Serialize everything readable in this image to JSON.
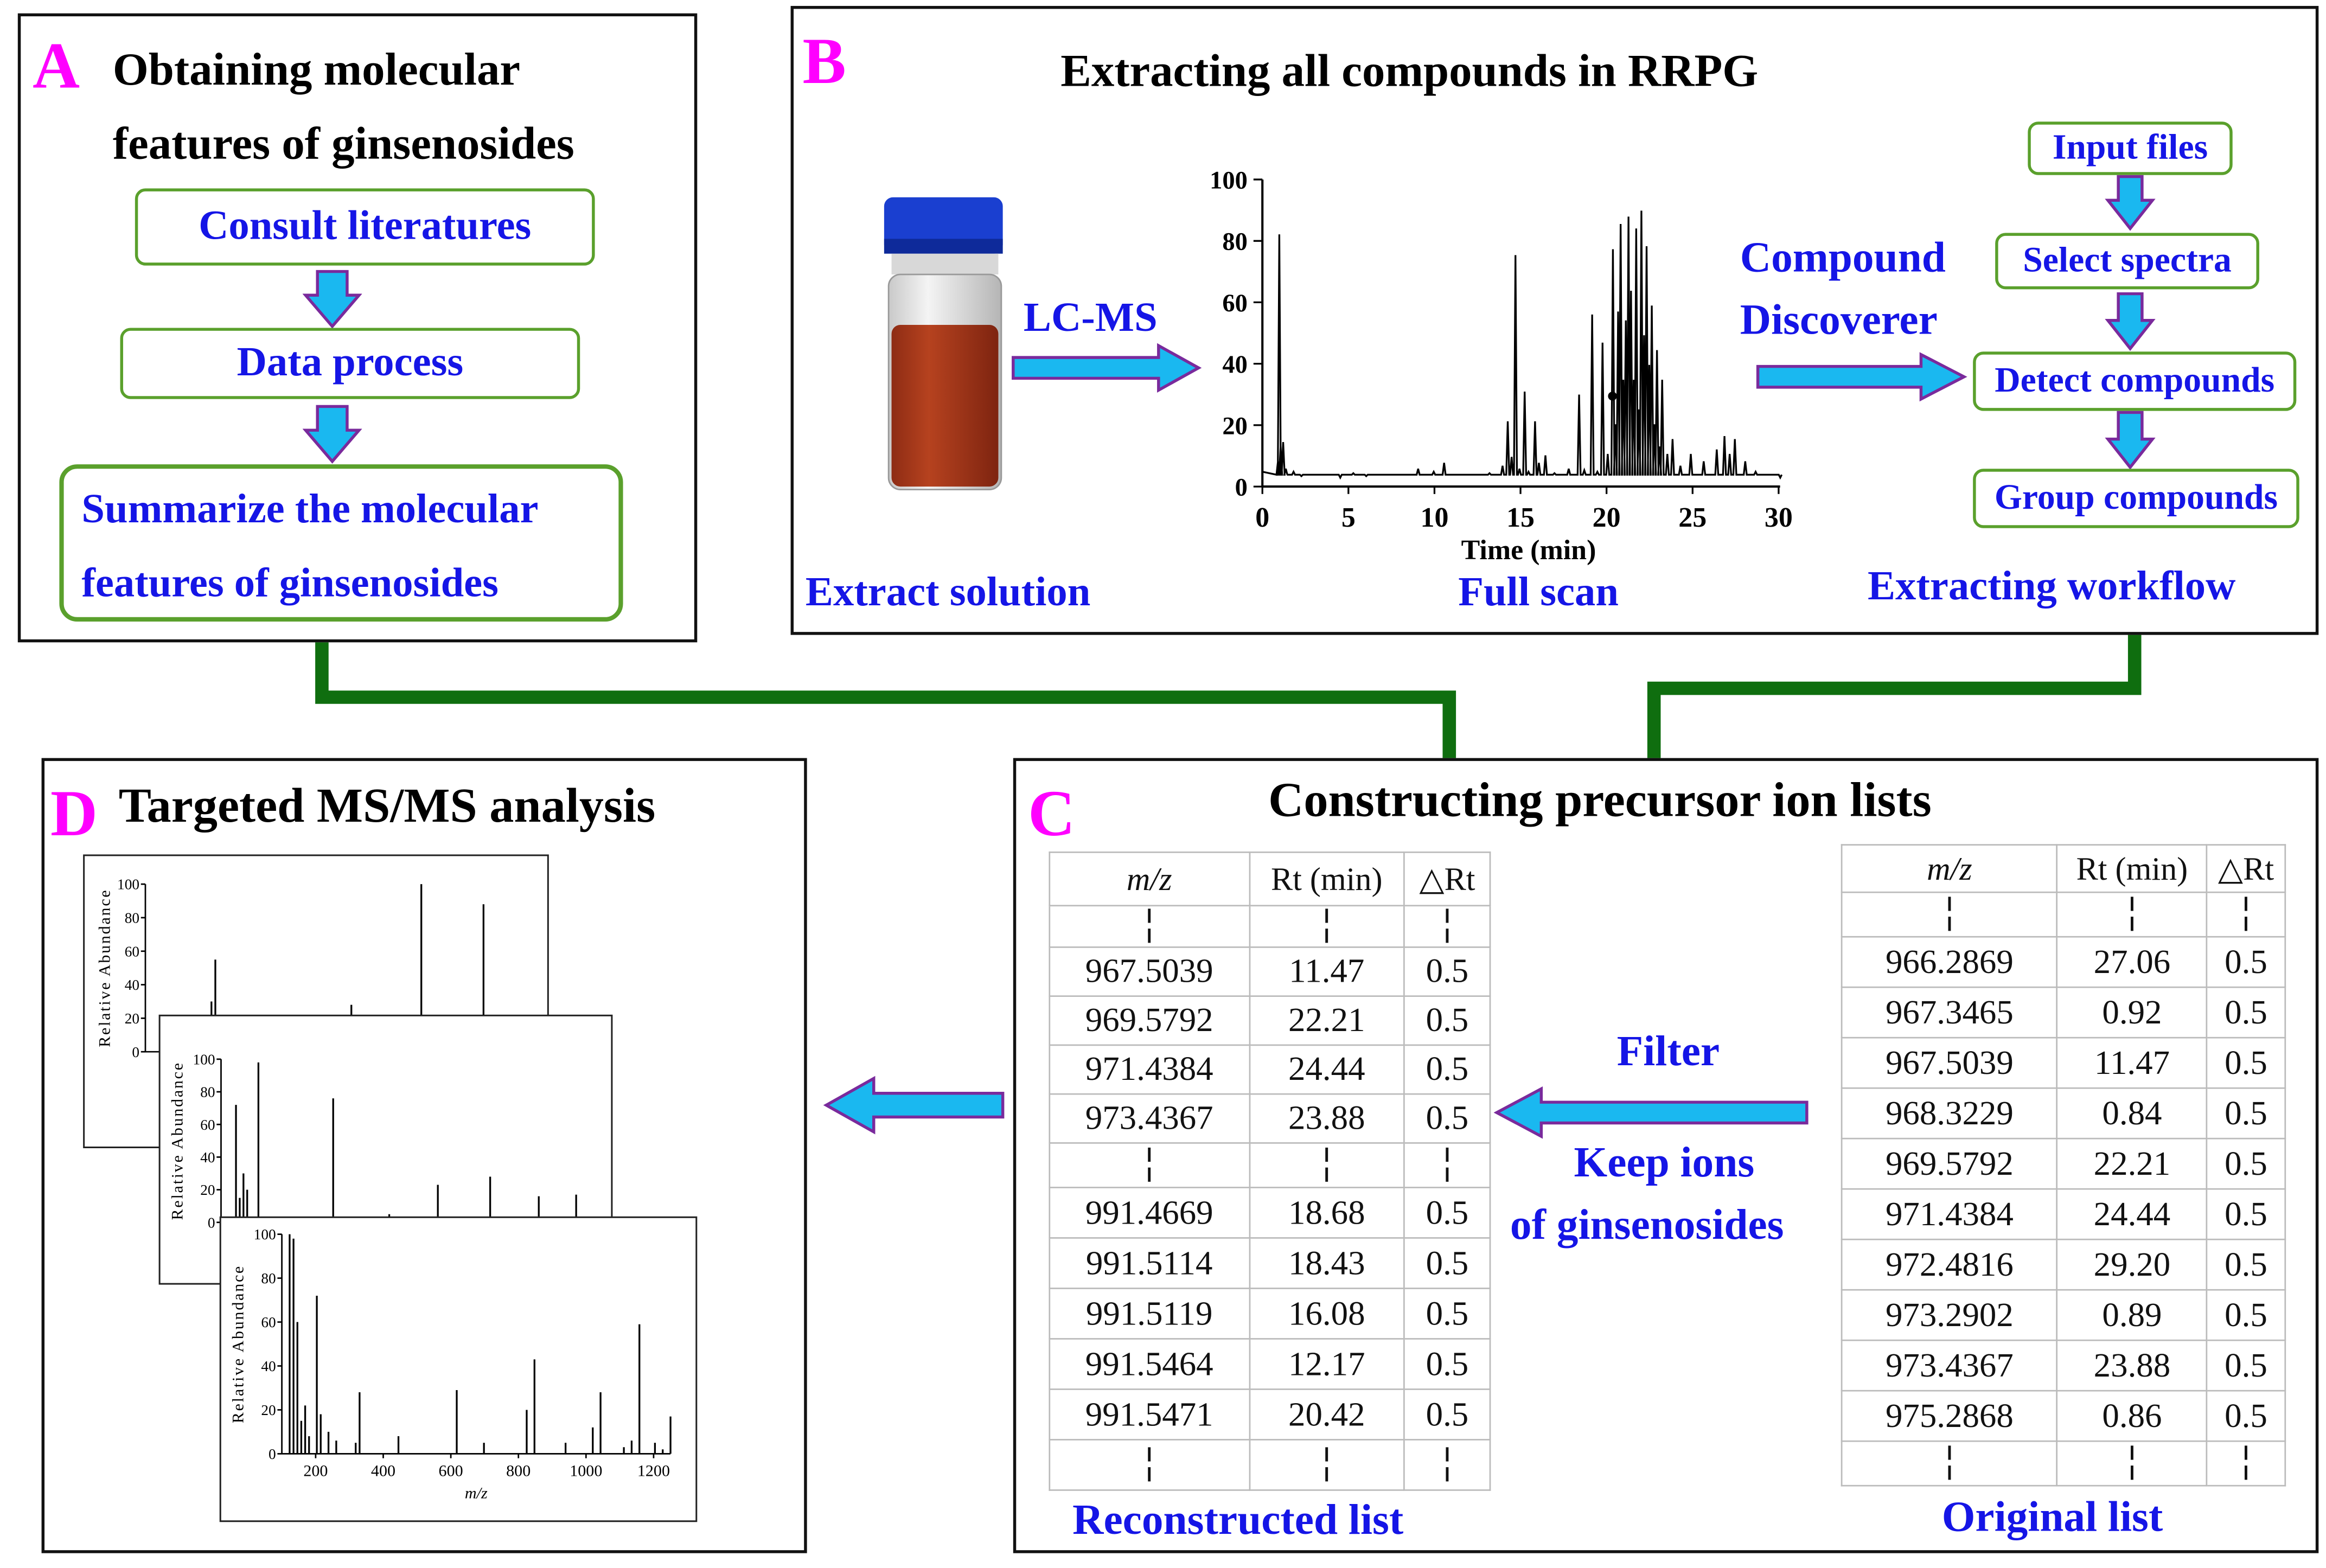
{
  "panel_a": {
    "letter": "A",
    "title_line1": "Obtaining molecular",
    "title_line2": "features of ginsenosides",
    "steps": [
      "Consult literatures",
      "Data process"
    ],
    "summary_line1": "Summarize the molecular",
    "summary_line2": "features of ginsenosides"
  },
  "panel_b": {
    "letter": "B",
    "title": "Extracting all compounds in RRPG",
    "lcms_label": "LC-MS",
    "extract_label": "Extract solution",
    "fullscan_label": "Full scan",
    "cd_line1": "Compound",
    "cd_line2": "Discoverer",
    "workflow_steps": [
      "Input files",
      "Select spectra",
      "Detect compounds",
      "Group compounds"
    ],
    "workflow_label": "Extracting workflow",
    "chromatogram": {
      "xlabel": "Time (min)",
      "x_ticks": [
        "0",
        "5",
        "10",
        "15",
        "20",
        "25",
        "30"
      ],
      "y_ticks": [
        "0",
        "20",
        "40",
        "60",
        "80",
        "100"
      ]
    }
  },
  "panel_c": {
    "letter": "C",
    "title": "Constructing precursor ion lists",
    "headers": [
      "m/z",
      "Rt (min)",
      "△Rt"
    ],
    "reconstructed_rows": [
      [
        "967.5039",
        "11.47",
        "0.5"
      ],
      [
        "969.5792",
        "22.21",
        "0.5"
      ],
      [
        "971.4384",
        "24.44",
        "0.5"
      ],
      [
        "973.4367",
        "23.88",
        "0.5"
      ],
      [
        "991.4669",
        "18.68",
        "0.5"
      ],
      [
        "991.5114",
        "18.43",
        "0.5"
      ],
      [
        "991.5119",
        "16.08",
        "0.5"
      ],
      [
        "991.5464",
        "12.17",
        "0.5"
      ],
      [
        "991.5471",
        "20.42",
        "0.5"
      ]
    ],
    "original_rows": [
      [
        "966.2869",
        "27.06",
        "0.5"
      ],
      [
        "967.3465",
        "0.92",
        "0.5"
      ],
      [
        "967.5039",
        "11.47",
        "0.5"
      ],
      [
        "968.3229",
        "0.84",
        "0.5"
      ],
      [
        "969.5792",
        "22.21",
        "0.5"
      ],
      [
        "971.4384",
        "24.44",
        "0.5"
      ],
      [
        "972.4816",
        "29.20",
        "0.5"
      ],
      [
        "973.2902",
        "0.89",
        "0.5"
      ],
      [
        "973.4367",
        "23.88",
        "0.5"
      ],
      [
        "975.2868",
        "0.86",
        "0.5"
      ]
    ],
    "filter_label": "Filter",
    "keep_line1": "Keep ions",
    "keep_line2": "of  ginsenosides",
    "reconstructed_label": "Reconstructed list",
    "original_label": "Original list"
  },
  "panel_d": {
    "letter": "D",
    "title": "Targeted MS/MS analysis",
    "ylabel": "Relative Abundance",
    "xlabel": "m/z",
    "y_ticks": [
      "0",
      "20",
      "40",
      "60",
      "80",
      "100"
    ],
    "x_ticks": [
      "200",
      "400",
      "600",
      "800",
      "1000",
      "1200"
    ]
  },
  "colors": {
    "accent_letter": "#ff00ff",
    "label_blue": "#1515e6",
    "box_green": "#5aa02c",
    "connector_green": "#0f6e0f",
    "arrow_cyan": "#1ab8f0",
    "arrow_outline": "#7a2a9c",
    "vial_cap": "#1a3fd0",
    "vial_liquid": "#b03a1e"
  }
}
